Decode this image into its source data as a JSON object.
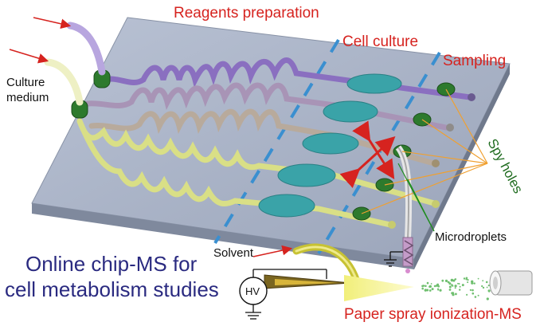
{
  "sections": {
    "reagents": "Reagents preparation",
    "culture": "Cell culture",
    "sampling": "Sampling"
  },
  "labels": {
    "culture_medium_line1": "Culture",
    "culture_medium_line2": "medium",
    "spy_holes": "Spy holes",
    "microdroplets": "Microdroplets",
    "solvent": "Solvent",
    "hv": "HV",
    "paper_spray": "Paper spray ionization-MS"
  },
  "title": {
    "line1": "Online chip-MS for",
    "line2": "cell metabolism studies"
  },
  "colors": {
    "chip": "#aab4c8",
    "chip_edge": "#7d889c",
    "channel_purple": "#8a6fc0",
    "channel_gray": "#a6a2a0",
    "channel_yellow": "#d9df86",
    "chamber": "#3aa3a8",
    "port": "#2d7a2d",
    "divider": "#3a8fd0",
    "arrow_red": "#d6231f"
  }
}
